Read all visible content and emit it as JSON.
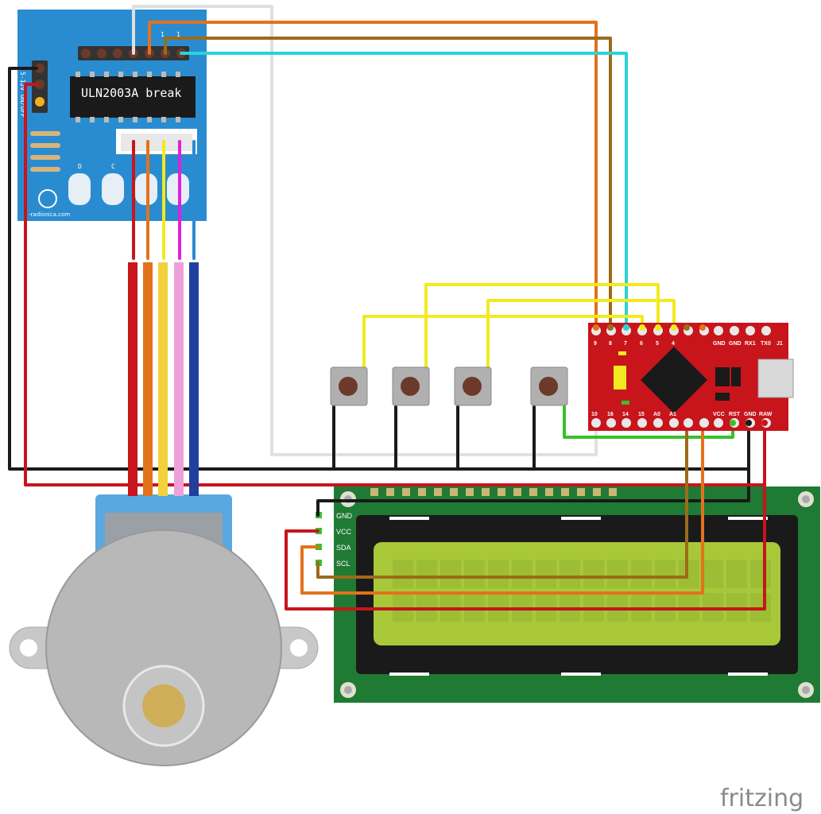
{
  "driver": {
    "chip_label": "ULN2003A break",
    "side_text": "5-12V  ON/OFF",
    "pin_labels": [
      "1",
      "1"
    ],
    "led_labels": [
      "D",
      "C"
    ],
    "brand": "-radionica.com"
  },
  "arduino": {
    "top_pins": [
      "9",
      "8",
      "7",
      "6",
      "5",
      "4",
      "",
      "",
      "GND",
      "GND",
      "RX1",
      "TX0",
      "J1"
    ],
    "bottom_pins": [
      "10",
      "16",
      "14",
      "15",
      "A0",
      "A1",
      "",
      "",
      "VCC",
      "RST",
      "GND",
      "RAW"
    ]
  },
  "lcd": {
    "pins": [
      "GND",
      "VCC",
      "SDA",
      "SCL"
    ]
  },
  "watermark": "fritzing",
  "colors": {
    "wire_red": "#c8141b",
    "wire_black": "#1a1a1a",
    "wire_white": "#e0e0e0",
    "wire_orange": "#e3721c",
    "wire_brown": "#9c6b1a",
    "wire_cyan": "#2ad3d8",
    "wire_yellow": "#f2ea1e",
    "wire_green": "#38c02a",
    "wire_pink": "#f0a0d8",
    "wire_blue": "#2040a0",
    "board_blue": "#2a8cd0",
    "board_red": "#c8141b",
    "lcd_green": "#1f7a34",
    "lcd_screen": "#a8c83a"
  }
}
